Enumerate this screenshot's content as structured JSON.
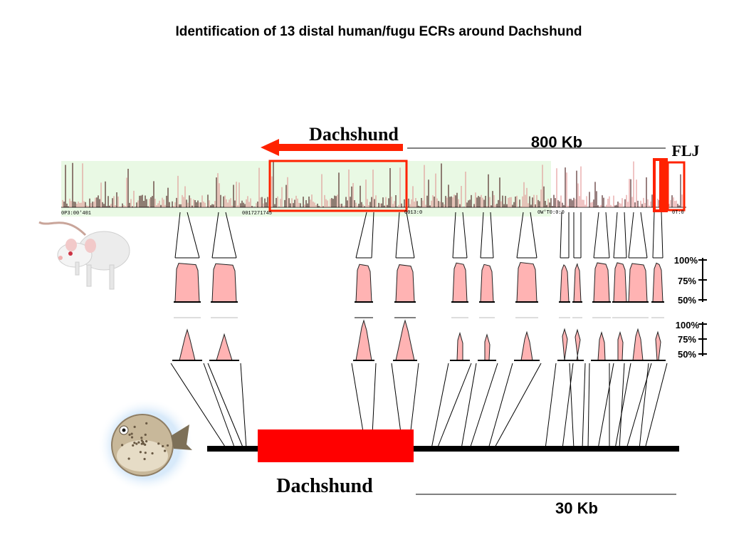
{
  "title": "Identification of 13 distal human/fugu ECRs around Dachshund",
  "top_gene_label": "Dachshund",
  "top_scale_label": "800 Kb",
  "flj_label": "FLJ",
  "bottom_gene_label": "Dachshund",
  "bottom_scale_label": "30 Kb",
  "mouse_scale_ticks": [
    "100%",
    "75%",
    "50%"
  ],
  "fugu_scale_ticks": [
    "100%",
    "75%",
    "50%"
  ],
  "track_coordinate_labels": [
    "0P3:00'401",
    "0017271745",
    "0013:0",
    "0W'T0:0:0",
    "0T:0"
  ],
  "colors": {
    "accent_red": "#ff2200",
    "peak_fill": "#ffb3b3",
    "track_bg": "#e9f9e4",
    "mouse_body": "#ececec",
    "fugu_body": "#c8b89a"
  },
  "icons": [
    "mouse-image",
    "fugu-image",
    "left-arrow-icon"
  ]
}
